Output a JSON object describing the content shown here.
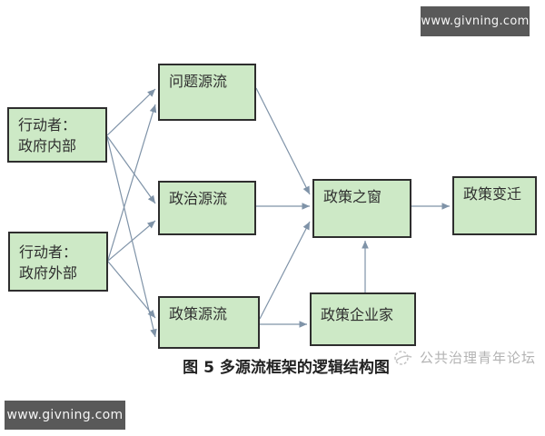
{
  "branding": {
    "top_bar": {
      "text": "www.givning.com",
      "bg_color": "#595959"
    },
    "bottom_bar": {
      "text": "www.givning.com",
      "bg_color": "#595959"
    }
  },
  "diagram": {
    "nodes": {
      "actor_internal": {
        "label": "行动者：\n政府内部"
      },
      "actor_external": {
        "label": "行动者：\n政府外部"
      },
      "problem_stream": {
        "label": "问题源流"
      },
      "politics_stream": {
        "label": "政治源流"
      },
      "policy_stream": {
        "label": "政策源流"
      },
      "policy_window": {
        "label": "政策之窗"
      },
      "policy_change": {
        "label": "政策变迁"
      },
      "policy_entrepreneur": {
        "label": "政策企业家"
      }
    },
    "edges": [
      {
        "from": "actor_internal",
        "to": "problem_stream"
      },
      {
        "from": "actor_internal",
        "to": "politics_stream"
      },
      {
        "from": "actor_internal",
        "to": "policy_stream"
      },
      {
        "from": "actor_external",
        "to": "problem_stream"
      },
      {
        "from": "actor_external",
        "to": "politics_stream"
      },
      {
        "from": "actor_external",
        "to": "policy_stream"
      },
      {
        "from": "problem_stream",
        "to": "policy_window"
      },
      {
        "from": "politics_stream",
        "to": "policy_window"
      },
      {
        "from": "policy_stream",
        "to": "policy_window"
      },
      {
        "from": "policy_stream",
        "to": "policy_entrepreneur"
      },
      {
        "from": "policy_entrepreneur",
        "to": "policy_window"
      },
      {
        "from": "policy_window",
        "to": "policy_change"
      }
    ],
    "colors": {
      "node_fill": "#cde9c6",
      "node_border": "#2e2e2e",
      "arrow": "#7f93a8"
    }
  },
  "caption": "图 5 多源流框架的逻辑结构图",
  "watermark": {
    "icon": "stamp-icon",
    "text": "公共治理青年论坛"
  }
}
